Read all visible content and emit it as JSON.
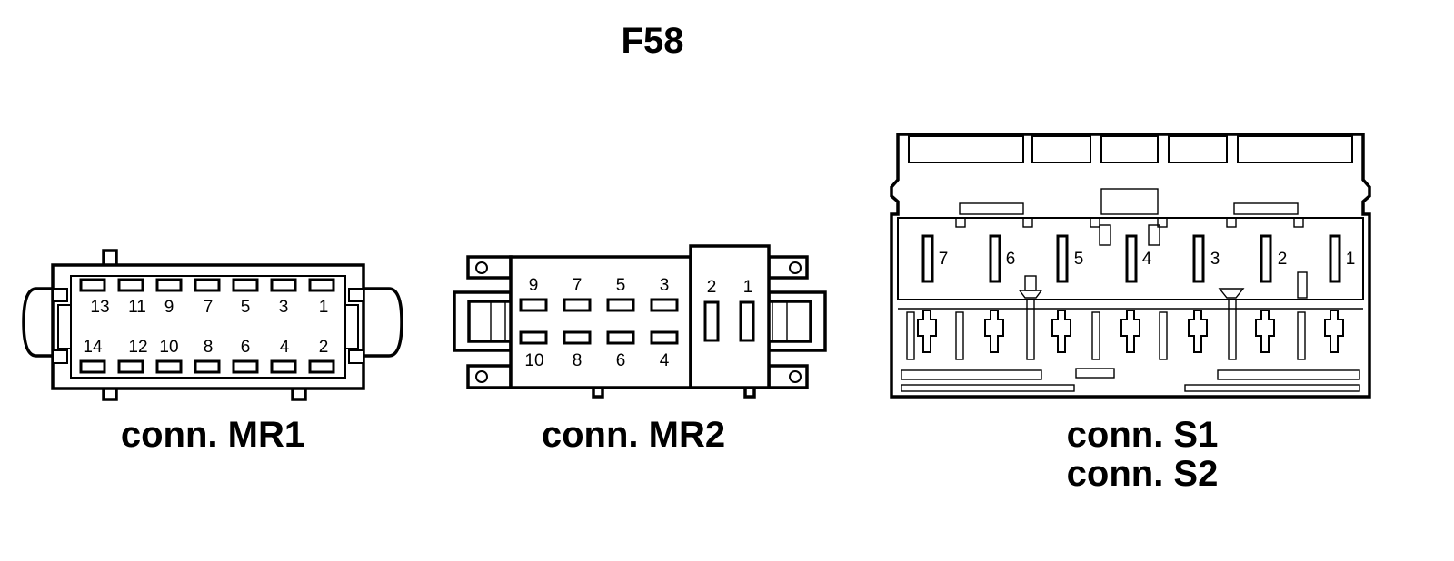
{
  "title": "F58",
  "connectors": {
    "mr1": {
      "label": "conn. MR1",
      "top_pins": [
        "13",
        "11",
        "9",
        "7",
        "5",
        "3",
        "1"
      ],
      "bottom_pins": [
        "14",
        "12",
        "10",
        "8",
        "6",
        "4",
        "2"
      ]
    },
    "mr2": {
      "label": "conn. MR2",
      "top_pins": [
        "9",
        "7",
        "5",
        "3"
      ],
      "bottom_pins": [
        "10",
        "8",
        "6",
        "4"
      ],
      "side_pins": [
        "2",
        "1"
      ]
    },
    "s1s2": {
      "label_1": "conn. S1",
      "label_2": "conn. S2",
      "pins": [
        "7",
        "6",
        "5",
        "4",
        "3",
        "2",
        "1"
      ]
    }
  }
}
